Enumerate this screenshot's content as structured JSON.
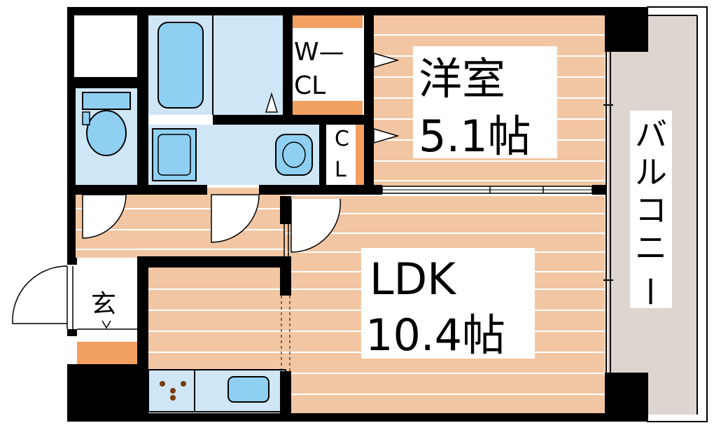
{
  "rooms": {
    "western": {
      "name": "洋室",
      "size": "5.1帖"
    },
    "ldk": {
      "name": "LDK",
      "size": "10.4帖"
    },
    "wcl": {
      "line1": "W—",
      "line2": "CL"
    },
    "cl": {
      "line1": "C",
      "line2": "L"
    },
    "entrance": {
      "name": "玄"
    },
    "balcony": {
      "name": "バルコニー",
      "chars": [
        "バ",
        "ル",
        "コ",
        "ニ",
        "ー"
      ]
    }
  },
  "colors": {
    "wall": "#000000",
    "floor_wood": "#f2c6a2",
    "floor_line": "#ffffff",
    "wet_area": "#cfe6f6",
    "fixture": "#8fd0f2",
    "closet": "#f2a061",
    "balcony": "#ddd5d0"
  }
}
